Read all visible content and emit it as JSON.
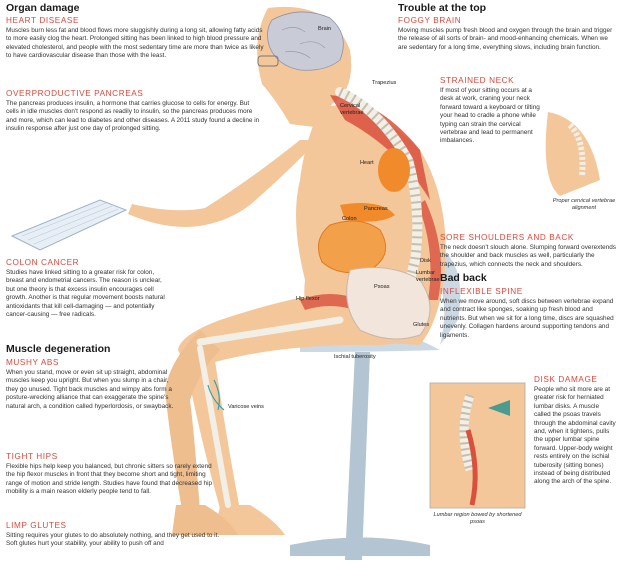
{
  "sections": {
    "organ_damage": {
      "title": "Organ damage",
      "heart": {
        "heading": "HEART DISEASE",
        "text": "Muscles burn less fat and blood flows more sluggishly during a long sit, allowing fatty acids to more easily clog the heart. Prolonged sitting has been linked to high blood pressure and elevated cholesterol, and people with the most sedentary time are more than twice as likely to have cardiovascular disease than those with the least."
      },
      "pancreas": {
        "heading": "OVERPRODUCTIVE PANCREAS",
        "text": "The pancreas produces insulin, a hormone that carries glucose to cells for energy. But cells in idle muscles don't respond as readily to insulin, so the pancreas produces more and more, which can lead to diabetes and other diseases. A 2011 study found a decline in insulin response after just one day of prolonged sitting."
      },
      "colon": {
        "heading": "COLON CANCER",
        "text": "Studies have linked sitting to a greater risk for colon, breast and endometrial cancers. The reason is unclear, but one theory is that excess insulin encourages cell growth. Another is that regular movement boosts natural antioxidants that kill cell-damaging — and potentially cancer-causing — free radicals."
      }
    },
    "muscle_degeneration": {
      "title": "Muscle degeneration",
      "mushy_abs": {
        "heading": "MUSHY ABS",
        "text": "When you stand, move or even sit up straight, abdominal muscles keep you upright. But when you slump in a chair, they go unused. Tight back muscles and wimpy abs form a posture-wrecking alliance that can exaggerate the spine's natural arch, a condition called hyperlordosis, or swayback."
      },
      "tight_hips": {
        "heading": "TIGHT HIPS",
        "text": "Flexible hips help keep you balanced, but chronic sitters so rarely extend the hip flexor muscles in front that they become short and tight, limiting range of motion and stride length. Studies have found that decreased hip mobility is a main reason elderly people tend to fall."
      },
      "limp_glutes": {
        "heading": "LIMP GLUTES",
        "text": "Sitting requires your glutes to do absolutely nothing, and they get used to it. Soft glutes hurt your stability, your ability to push off and"
      }
    },
    "trouble_top": {
      "title": "Trouble at the top",
      "foggy": {
        "heading": "FOGGY BRAIN",
        "text": "Moving muscles pump fresh blood and oxygen through the brain and trigger the release of all sorts of brain- and mood-enhancing chemicals. When we are sedentary for a long time, everything slows, including brain function."
      },
      "neck": {
        "heading": "STRAINED NECK",
        "text": "If most of your sitting occurs at a desk at work, craning your neck forward toward a keyboard or tilting your head to cradle a phone while typing can strain the cervical vertebrae and lead to permanent imbalances.",
        "caption": "Proper cervical vertebrae alignment"
      },
      "shoulders": {
        "heading": "SORE SHOULDERS AND BACK",
        "text": "The neck doesn't slouch alone. Slumping forward overextends the shoulder and back muscles as well, particularly the trapezius, which connects the neck and shoulders."
      }
    },
    "bad_back": {
      "title": "Bad back",
      "spine": {
        "heading": "INFLEXIBLE SPINE",
        "text": "When we move around, soft discs between vertebrae expand and contract like sponges, soaking up fresh blood and nutrients. But when we sit for a long time, discs are squashed unevenly. Collagen hardens around supporting tendons and ligaments."
      },
      "disk": {
        "heading": "DISK DAMAGE",
        "text": "People who sit more are at greater risk for herniated lumbar disks. A muscle called the psoas travels through the abdominal cavity and, when it tightens, pulls the upper lumbar spine forward. Upper-body weight rests entirely on the ischial tuberosity (sitting bones) instead of being distributed along the arch of the spine.",
        "caption": "Lumbar region bowed by shortened psoas"
      }
    }
  },
  "labels": {
    "brain": "Brain",
    "trapezius": "Trapezius",
    "cervical": "Cervical vertebrae",
    "heart": "Heart",
    "pancreas": "Pancreas",
    "colon": "Colon",
    "disk": "Disk",
    "lumbar": "Lumbar vertebrae",
    "psoas": "Psoas",
    "hip_flexor": "Hip flexor",
    "glutes": "Glutes",
    "ischial": "Ischial tuberosity",
    "varicose": "Varicose veins"
  },
  "colors": {
    "heading_red": "#e0463a",
    "skin": "#f3c79a",
    "organ": "#f08a2a",
    "muscle": "#d9503d",
    "bone": "#f2efe6"
  }
}
